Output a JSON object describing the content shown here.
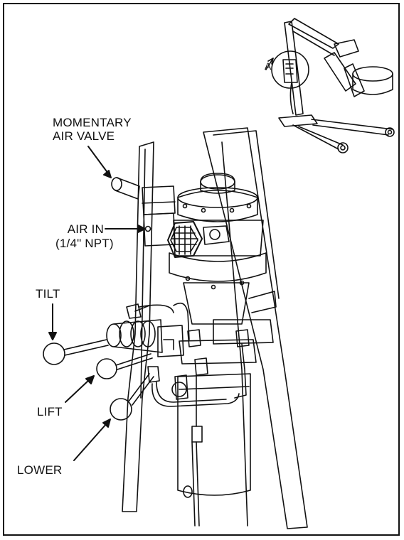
{
  "labels": {
    "momentary_line1": "MOMENTARY",
    "momentary_line2": "AIR VALVE",
    "air_in_line1": "AIR IN",
    "air_in_line2": "(1/4\" NPT)",
    "tilt": "TILT",
    "lift": "LIFT",
    "lower": "LOWER",
    "detail_marker": "A"
  },
  "colors": {
    "line": "#111111",
    "background": "#ffffff"
  }
}
